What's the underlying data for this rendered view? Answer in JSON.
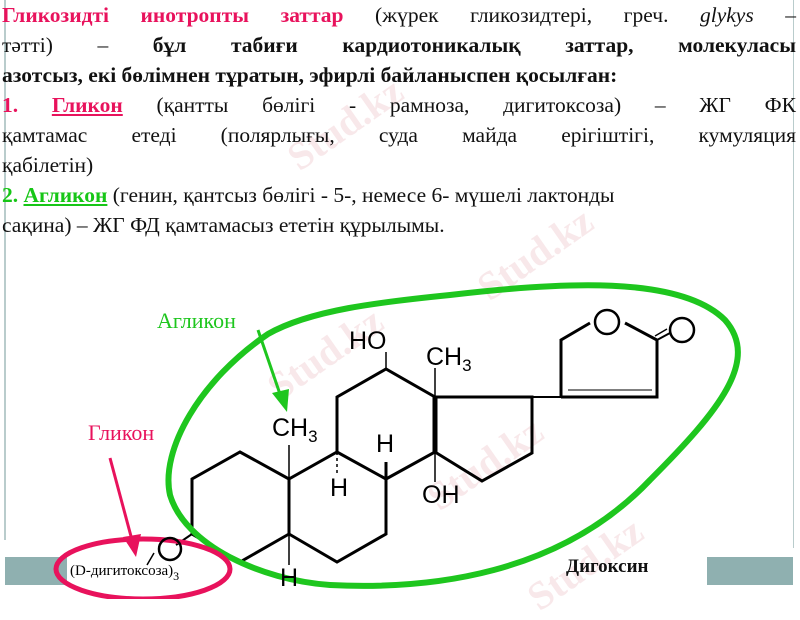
{
  "slide": {
    "paragraph_intro": {
      "title": "Гликозидті инотропты заттар",
      "after_title": " (жүрек гликозидтері, греч. ",
      "greek_word": "glykys",
      "dash": " –",
      "line2_plain": "тәтті) – ",
      "line2_bold": "бұл табиғи кардиотоникалық заттар, молекуласы",
      "line3_bold": "азотсыз, екі бөлімнен тұратын, эфирлі байланыспен қосылған:"
    },
    "item1": {
      "number": "1.",
      "term": "Гликон",
      "line1_rest": " (қантты бөлігі - рамноза, дигитоксоза) – ЖГ ФК",
      "line2": "қамтамас етеді (полярлығы, суда майда ерігіштігі, кумуляция",
      "line3": "қабілетін)"
    },
    "item2": {
      "number": "2.",
      "term": "Агликон",
      "line1_rest": " (генин, қантсыз бөлігі - 5-, немесе 6- мүшелі лактонды",
      "line2": "сақина) – ЖГ ФД қамтамасыз ететін құрылымы."
    }
  },
  "diagram": {
    "aglycone_label": "Агликон",
    "glycone_label": "Гликон",
    "sugar_label": "(D-дигитоксоза)",
    "sugar_subscript": "3",
    "compound_name": "Дигоксин",
    "atoms": {
      "ho_top": "HO",
      "ch3_c13": "CH",
      "ch3_c13_sub": "3",
      "ch3_c10": "CH",
      "ch3_c10_sub": "3",
      "h_c8": "H",
      "h_c9": "H",
      "oh_c14": "OH",
      "h_c5": "H",
      "o_glycoside": "O",
      "o_ring": "O",
      "o_carbonyl": "O"
    },
    "colors": {
      "aglycone": "#1ec61e",
      "glycone": "#e8125c",
      "frame": "#8fb0b0"
    }
  },
  "watermark": {
    "text": "Stud.kz"
  }
}
